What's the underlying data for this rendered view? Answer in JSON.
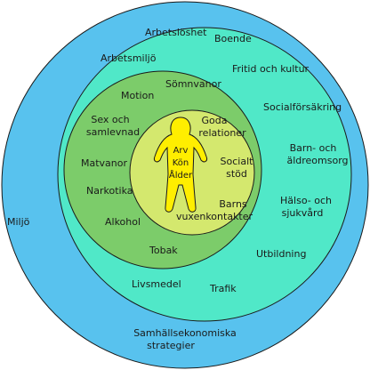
{
  "colors": {
    "outer_ring": "#58c2ee",
    "second_ring": "#50e8c8",
    "third_ring": "#7ccc6a",
    "inner_circle": "#d4e86e",
    "figure": "#ffee00",
    "stroke": "#1a1a1a"
  },
  "icons": {
    "figure": "person-figure-icon"
  },
  "outer": {
    "miljo": "Miljö",
    "samhallsekonomiska": "Samhällsekonomiska",
    "strategier": "strategier"
  },
  "second": {
    "arbetsloshet": "Arbetslöshet",
    "boende": "Boende",
    "arbetsmiljo": "Arbetsmiljö",
    "fritid": "Fritid och kultur",
    "socialforsakring": "Socialförsäkring",
    "barn_line1": "Barn- och",
    "barn_line2": "äldreomsorg",
    "halso_line1": "Hälso- och",
    "halso_line2": "sjukvård",
    "utbildning": "Utbildning",
    "trafik": "Trafik",
    "livsmedel": "Livsmedel"
  },
  "third": {
    "motion": "Motion",
    "somnvanor": "Sömnvanor",
    "sex_line1": "Sex och",
    "sex_line2": "samlevnad",
    "matvanor": "Matvanor",
    "narkotika": "Narkotika",
    "alkohol": "Alkohol",
    "tobak": "Tobak"
  },
  "inner": {
    "goda_line1": "Goda",
    "goda_line2": "relationer",
    "socialt_line1": "Socialt",
    "socialt_line2": "stöd",
    "barns_line1": "Barns",
    "barns_line2": "vuxenkontakter"
  },
  "figure": {
    "arv": "Arv",
    "kon": "Kön",
    "alder": "Ålder"
  }
}
